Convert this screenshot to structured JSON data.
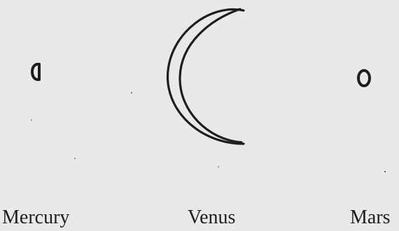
{
  "planets": [
    {
      "id": "mercury",
      "label": "Mercury"
    },
    {
      "id": "venus",
      "label": "Venus"
    },
    {
      "id": "mars",
      "label": "Mars"
    }
  ],
  "colors": {
    "background": "#e9e9e9",
    "ink": "#1e1e1e"
  }
}
